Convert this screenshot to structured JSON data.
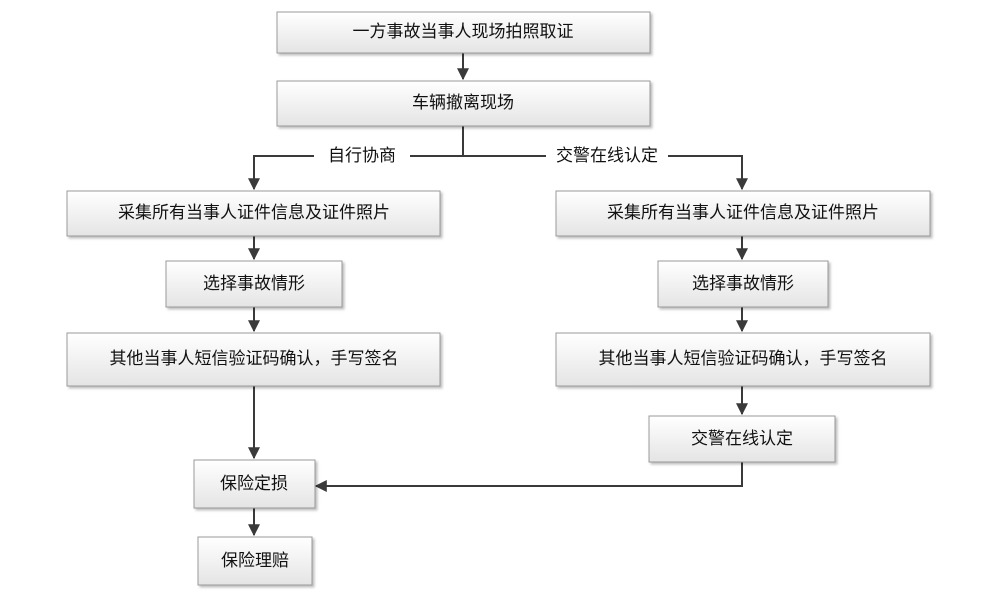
{
  "nodes": {
    "start": "一方事故当事人现场拍照取证",
    "withdraw": "车辆撤离现场",
    "collect_left": "采集所有当事人证件信息及证件照片",
    "select_left": "选择事故情形",
    "confirm_left": "其他当事人短信验证码确认，手写签名",
    "collect_right": "采集所有当事人证件信息及证件照片",
    "select_right": "选择事故情形",
    "confirm_right": "其他当事人短信验证码确认，手写签名",
    "police_online": "交警在线认定",
    "assess": "保险定损",
    "claim": "保险理赔"
  },
  "branches": {
    "self": "自行协商",
    "police": "交警在线认定"
  },
  "colors": {
    "box_top": "#ffffff",
    "box_bottom": "#e6e6e6",
    "box_border": "#9a9a9a",
    "line": "#3a3a3a"
  }
}
